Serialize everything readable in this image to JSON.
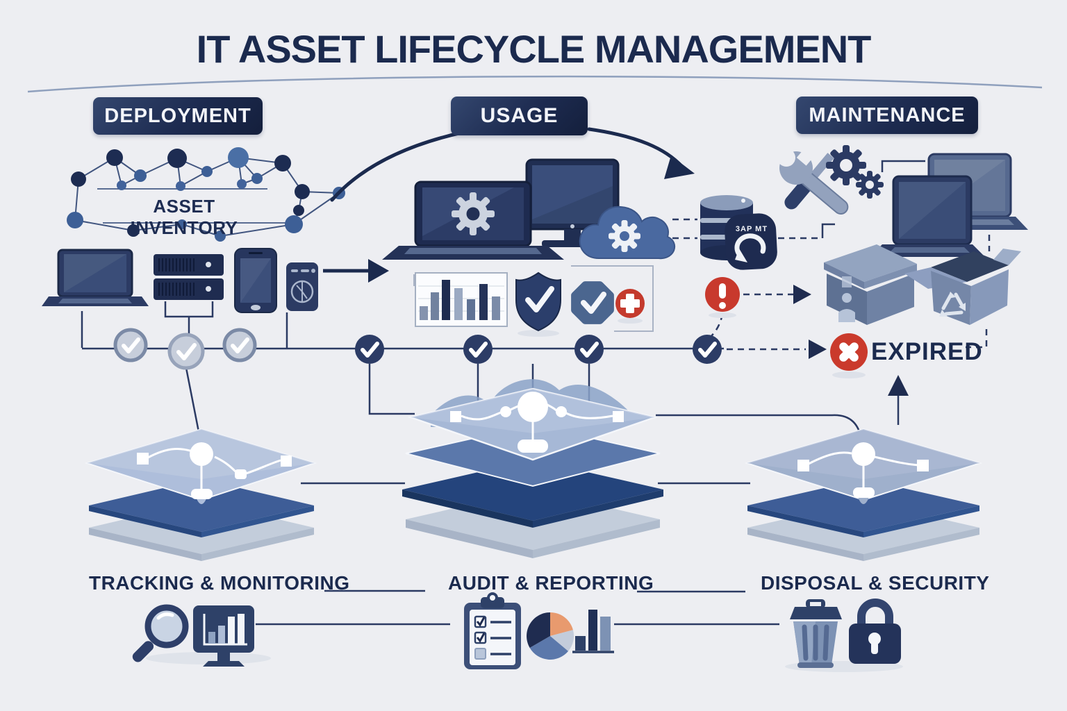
{
  "title": "IT ASSET LIFECYCLE MANAGEMENT",
  "stages": [
    {
      "label": "DEPLOYMENT"
    },
    {
      "label": "USAGE"
    },
    {
      "label": "MAINTENANCE"
    }
  ],
  "deployment": {
    "inventory_label": "ASSET INVENTORY"
  },
  "maintenance": {
    "sync_badge_text": "3AP MT"
  },
  "lifecycle": {
    "expired_label": "EXPIRED"
  },
  "sections": [
    {
      "label": "TRACKING & MONITORING"
    },
    {
      "label": "AUDIT & REPORTING"
    },
    {
      "label": "DISPOSAL & SECURITY"
    }
  ],
  "colors": {
    "background": "#edeef2",
    "navy": "#1e2b50",
    "steel": "#7d90b0",
    "light_blue": "#c3ccdb",
    "platform_blue": "#2a4a80",
    "alert_red": "#c8392d",
    "pie_orange": "#e89a6e"
  },
  "icons": {
    "deployment": [
      "network-graph",
      "laptop",
      "server-rack",
      "smartphone",
      "mobile-device",
      "arrow-right"
    ],
    "usage": [
      "laptop-gear",
      "desktop-monitor",
      "cloud-gear",
      "database",
      "sync-badge",
      "metrics-bar-panel",
      "shield-check",
      "verified-badge",
      "plus-circle"
    ],
    "maintenance": [
      "wrench",
      "screwdriver",
      "gears",
      "laptops",
      "alert-circle",
      "storage-box",
      "recycle-box"
    ],
    "lifecycle": [
      "check-circles",
      "expired-x-circle",
      "up-arrow"
    ],
    "tracking": [
      "magnifier",
      "monitor-bar-chart"
    ],
    "audit": [
      "clipboard-checklist",
      "pie-chart",
      "bar-chart"
    ],
    "disposal": [
      "trash-can",
      "padlock"
    ]
  }
}
